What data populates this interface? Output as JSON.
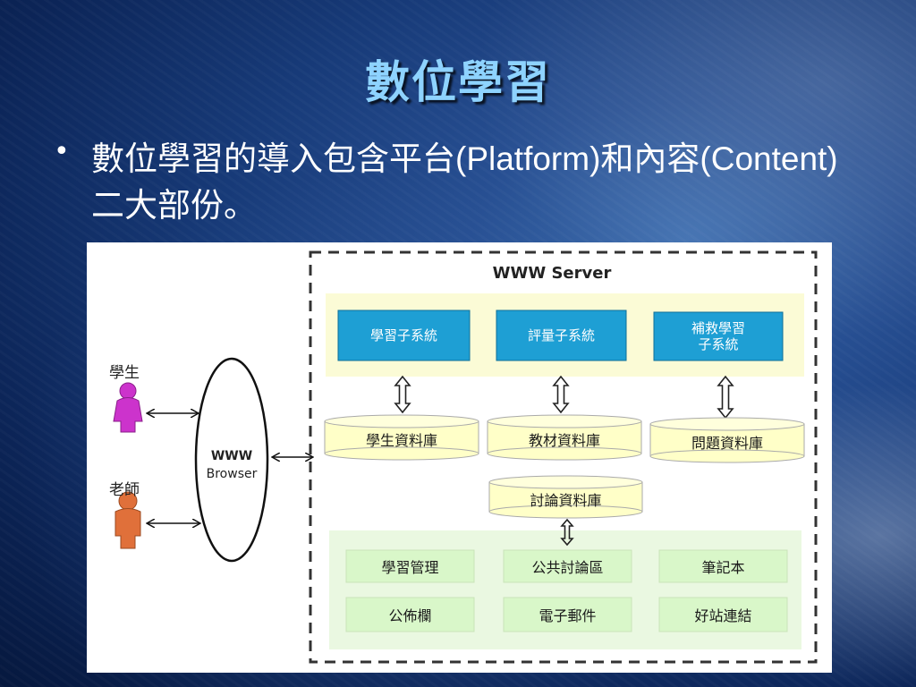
{
  "slide": {
    "title": "數位學習",
    "bullet": "數位學習的導入包含平台(Platform)和內容(Content)二大部份。"
  },
  "diagram": {
    "server_title": "WWW  Server",
    "subsystems": [
      "學習子系統",
      "評量子系統",
      "補救學習\n子系統"
    ],
    "databases": [
      "學生資料庫",
      "教材資料庫",
      "問題資料庫"
    ],
    "discussion_db": "討論資料庫",
    "modules_row1": [
      "學習管理",
      "公共討論區",
      "筆記本"
    ],
    "modules_row2": [
      "公佈欄",
      "電子郵件",
      "好站連結"
    ],
    "users": {
      "student": "學生",
      "teacher": "老師"
    },
    "browser_line1": "WWW",
    "browser_line2": "Browser"
  },
  "colors": {
    "title": "#8ed3ff",
    "subsystem_fill": "#1e9fd4",
    "band_yellow": "#fbfbd6",
    "band_green": "#eaf8e1",
    "db_fill": "#ffffc8",
    "module_fill": "#d9f7c9",
    "student_icon": "#cc33cc",
    "teacher_icon": "#e0703a"
  }
}
